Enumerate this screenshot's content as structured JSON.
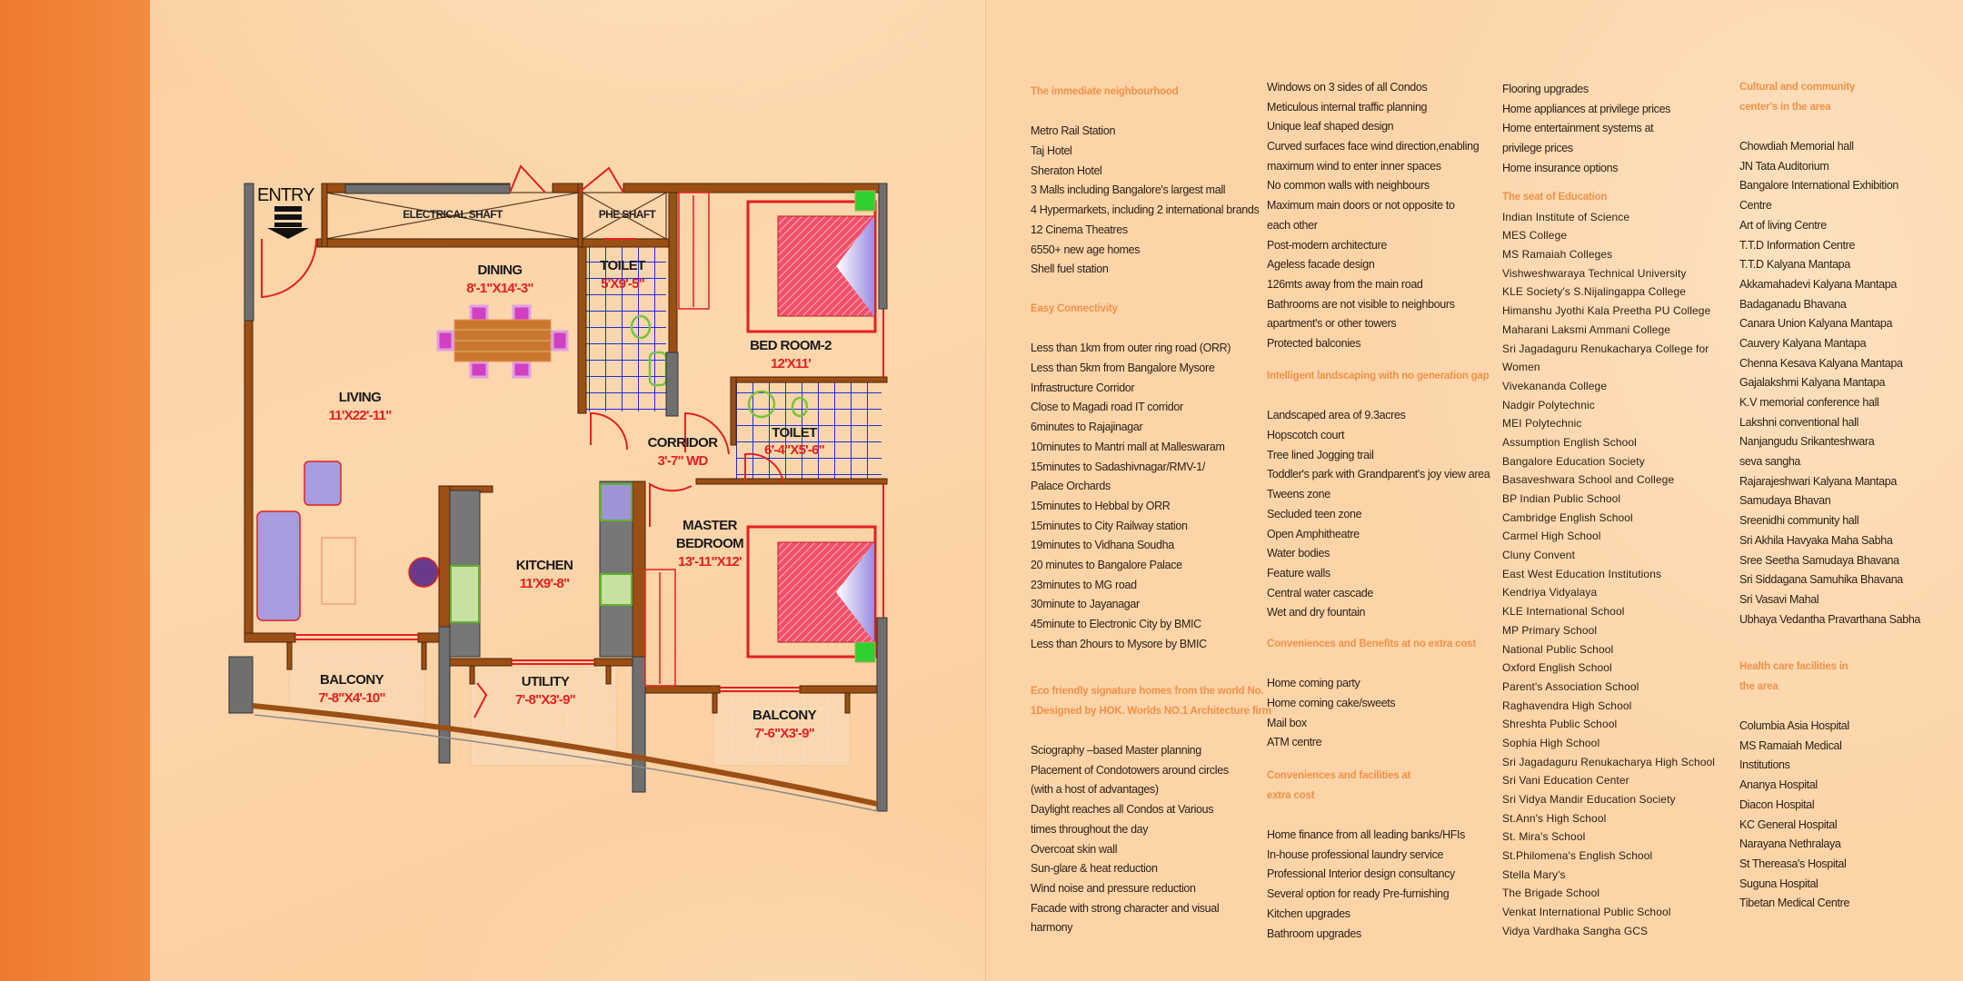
{
  "floor_plan": {
    "entry": "ENTRY",
    "electrical_shaft": "ELECTRICAL SHAFT",
    "phe_shaft": "PHE SHAFT",
    "dining": {
      "name": "DINING",
      "dims": "8'-1\"X14'-3\""
    },
    "toilet1": {
      "name": "TOILET",
      "dims": "5'X9'-5\""
    },
    "bedroom2": {
      "name": "BED ROOM-2",
      "dims": "12'X11'"
    },
    "living": {
      "name": "LIVING",
      "dims": "11'X22'-11\""
    },
    "corridor": {
      "name": "CORRIDOR",
      "dims": "3'-7\" WD"
    },
    "toilet2": {
      "name": "TOILET",
      "dims": "6'-4\"X5'-6\""
    },
    "kitchen": {
      "name": "KITCHEN",
      "dims": "11'X9'-8\""
    },
    "master": {
      "name1": "MASTER",
      "name2": "BEDROOM",
      "dims": "13'-11\"X12'"
    },
    "balcony1": {
      "name": "BALCONY",
      "dims": "7'-8\"X4'-10\""
    },
    "utility": {
      "name": "UTILITY",
      "dims": "7'-8\"X3'-9\""
    },
    "balcony2": {
      "name": "BALCONY",
      "dims": "7'-6\"X3'-9\""
    }
  },
  "columns": [
    [
      {
        "heading": [
          "The immediate neighbourhood"
        ],
        "items": [
          "Metro Rail Station",
          "Taj Hotel",
          "Sheraton Hotel",
          "3 Malls including Bangalore's largest mall",
          "4 Hypermarkets, including 2 international brands",
          "12 Cinema Theatres",
          "6550+ new age homes",
          "Shell fuel station"
        ]
      },
      {
        "heading": [
          "Easy Connectivity"
        ],
        "items": [
          "Less than 1km from outer ring road (ORR)",
          "Less than 5km from Bangalore Mysore",
          "Infrastructure Corridor",
          "Close to Magadi road IT corridor",
          "6minutes to Rajajinagar",
          "10minutes to Mantri mall at Malleswaram",
          "15minutes to Sadashivnagar/RMV-1/",
          "Palace Orchards",
          "15minutes to Hebbal by ORR",
          "15minutes to City Railway station",
          "19minutes to Vidhana Soudha",
          "20 minutes to Bangalore Palace",
          "23minutes to MG road",
          "30minute to Jayanagar",
          "45minute to Electronic City by BMIC",
          "Less than 2hours to Mysore by BMIC"
        ]
      },
      {
        "heading": [
          "Eco friendly signature homes from the world No.",
          "1Designed by HOK. Worlds NO.1 Architecture firm"
        ],
        "items": [
          "Sciography –based Master planning",
          "Placement of Condotowers around circles",
          "(with a host of advantages)",
          "Daylight reaches all Condos at Various",
          "times throughout  the day",
          "Overcoat skin wall",
          "Sun-glare & heat reduction",
          "Wind noise and pressure reduction",
          "Facade with strong character and visual",
          "harmony"
        ]
      }
    ],
    [
      {
        "heading": [],
        "items": [
          "Windows on 3 sides of all Condos",
          "Meticulous internal traffic planning",
          "Unique leaf shaped design",
          "Curved surfaces face wind direction,enabling",
          "maximum wind to enter inner spaces",
          "No common walls with neighbours",
          "Maximum main doors or not opposite to",
          "each other",
          "Post-modern architecture",
          "Ageless facade design",
          "126mts away from the main road",
          "Bathrooms are not visible to neighbours",
          "apartment's or other towers",
          "Protected balconies"
        ]
      },
      {
        "heading": [
          "Intelligent landscaping with no generation gap"
        ],
        "items": [
          "Landscaped area of 9.3acres",
          "Hopscotch court",
          "Tree lined Jogging trail",
          "Toddler's park with Grandparent's joy view area",
          "Tweens zone",
          "Secluded teen zone",
          "Open Amphitheatre",
          "Water bodies",
          "Feature walls",
          "Central water cascade",
          "Wet and dry fountain"
        ]
      },
      {
        "heading": [
          "Conveniences and Benefits at no extra cost"
        ],
        "items": [
          "Home coming party",
          "Home coming cake/sweets",
          "Mail box",
          "ATM centre"
        ]
      },
      {
        "heading": [
          "Conveniences and facilities at",
          " extra cost"
        ],
        "items": [
          "Home finance from all leading banks/HFIs",
          "In-house professional laundry service",
          "Professional Interior design consultancy",
          "Several option for ready Pre-furnishing",
          "Kitchen upgrades",
          "Bathroom upgrades"
        ]
      }
    ],
    [
      {
        "heading": [],
        "items": [
          "Flooring upgrades",
          "Home appliances at privilege prices",
          "Home entertainment systems at",
          "privilege prices",
          "Home insurance options"
        ]
      },
      {
        "heading": [
          "The seat of Education"
        ],
        "items": [
          "Indian Institute of Science",
          "MES College",
          "MS Ramaiah Colleges",
          "Vishweshwaraya Technical University",
          "KLE Society's S.Nijalingappa College",
          "Himanshu Jyothi Kala Preetha PU College",
          "Maharani Laksmi Ammani College",
          "Sri Jagadaguru Renukacharya College for",
          "Women",
          "Vivekananda College",
          "Nadgir Polytechnic",
          "MEI Polytechnic",
          "Assumption English School",
          "Bangalore Education Society",
          "Basaveshwara School and College",
          "BP Indian Public School",
          "Cambridge English School",
          "Carmel High School",
          "Cluny Convent",
          "East West Education Institutions",
          "Kendriya Vidyalaya",
          "KLE International School",
          "MP Primary School",
          "National Public School",
          "Oxford English School",
          "Parent's Association School",
          "Raghavendra High School",
          "Shreshta Public School",
          "Sophia High School",
          "Sri Jagadaguru Renukacharya High School",
          "Sri Vani Education Center",
          "Sri Vidya Mandir Education Society",
          "St.Ann's High School",
          "St. Mira's School",
          "St.Philomena's English School",
          "Stella Mary's",
          "The Brigade School",
          "Venkat International Public School",
          "Vidya Vardhaka Sangha GCS"
        ]
      }
    ],
    [
      {
        "heading": [
          "Cultural and community",
          "center's in the area"
        ],
        "items": [
          "Chowdiah Memorial hall",
          "JN Tata Auditorium",
          "Bangalore International Exhibition",
          "Centre",
          "Art of living Centre",
          "T.T.D Information Centre",
          "T.T.D Kalyana Mantapa",
          "Akkamahadevi Kalyana Mantapa",
          "Badaganadu Bhavana",
          "Canara Union Kalyana Mantapa",
          "Cauvery Kalyana Mantapa",
          "Chenna Kesava Kalyana Mantapa",
          "Gajalakshmi Kalyana Mantapa",
          "K.V memorial conference hall",
          "Lakshni conventional hall",
          "Nanjangudu Srikanteshwara",
          "seva sangha",
          "Rajarajeshwari Kalyana Mantapa",
          "Samudaya Bhavan",
          "Sreenidhi community hall",
          "Sri Akhila Havyaka Maha Sabha",
          "Sree Seetha Samudaya Bhavana",
          "Sri Siddagana Samuhika Bhavana",
          "Sri Vasavi Mahal",
          "Ubhaya Vedantha Pravarthana Sabha"
        ]
      },
      {
        "heading": [
          "Health care facilities in",
          "the area"
        ],
        "items": [
          "Columbia Asia Hospital",
          "MS Ramaiah Medical",
          "Institutions",
          "Ananya Hospital",
          "Diacon Hospital",
          "KC General Hospital",
          "Narayana Nethralaya",
          "St Thereasa's Hospital",
          "Suguna Hospital",
          "Tibetan Medical Centre"
        ]
      }
    ]
  ]
}
